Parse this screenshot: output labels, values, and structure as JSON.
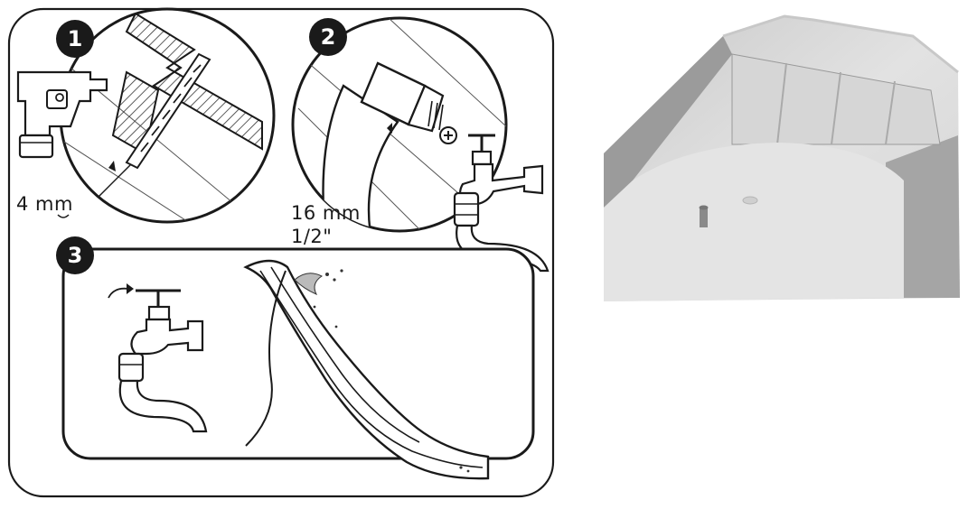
{
  "diagram": {
    "steps": [
      {
        "number": "1",
        "measurement": "4 mm",
        "tool": "drill-icon"
      },
      {
        "number": "2",
        "measurement_metric": "16 mm",
        "measurement_imperial": "1/2\"",
        "tool": "hose-clamp-icon"
      },
      {
        "number": "3",
        "tool": "tap-icon"
      }
    ]
  },
  "photo": {
    "subject": "slide-top-nozzle-photo"
  }
}
